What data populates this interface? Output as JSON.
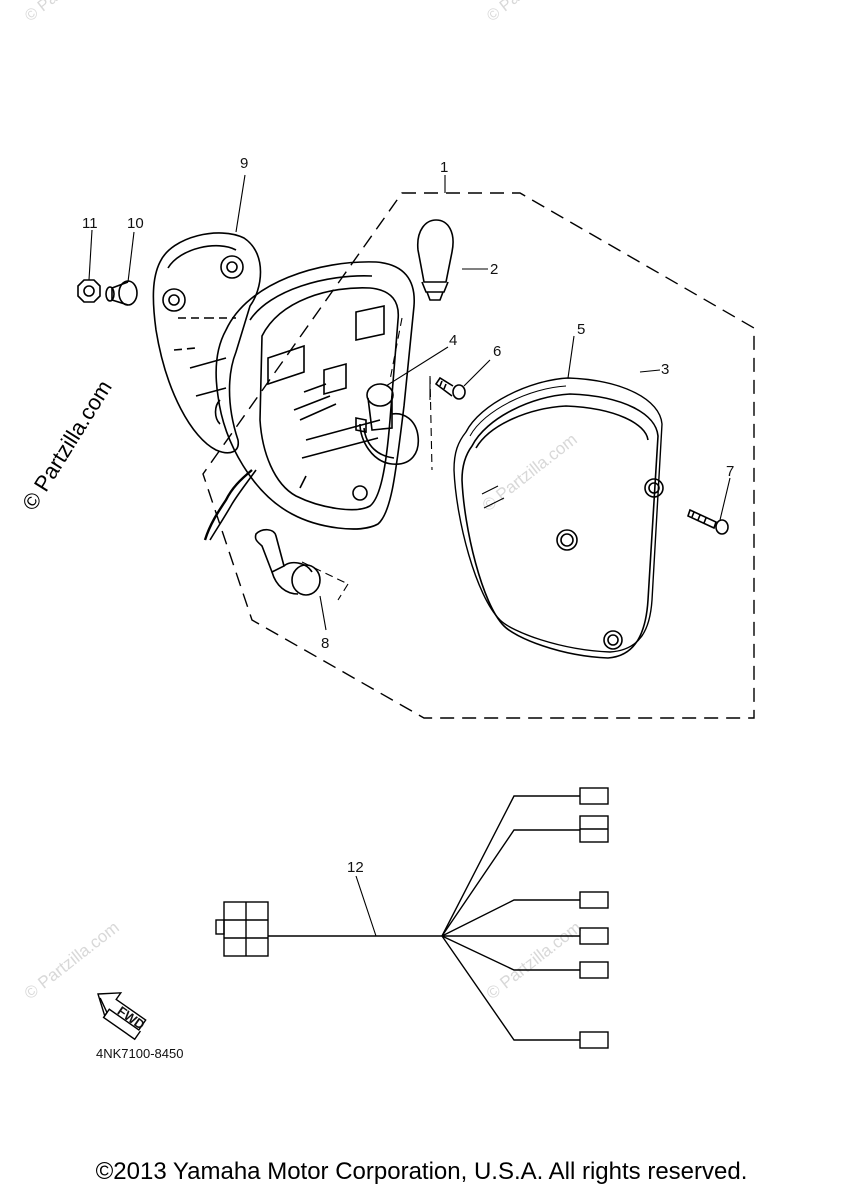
{
  "callouts": {
    "c1": "1",
    "c2": "2",
    "c3": "3",
    "c4": "4",
    "c5": "5",
    "c6": "6",
    "c7": "7",
    "c8": "8",
    "c9": "9",
    "c10": "10",
    "c11": "11",
    "c12": "12"
  },
  "diagram_code": "4NK7100-8450",
  "fwd_label": "FWD",
  "watermark": "© Partzilla.com",
  "copyright": "©2013 Yamaha Motor Corporation, U.S.A. All rights reserved."
}
